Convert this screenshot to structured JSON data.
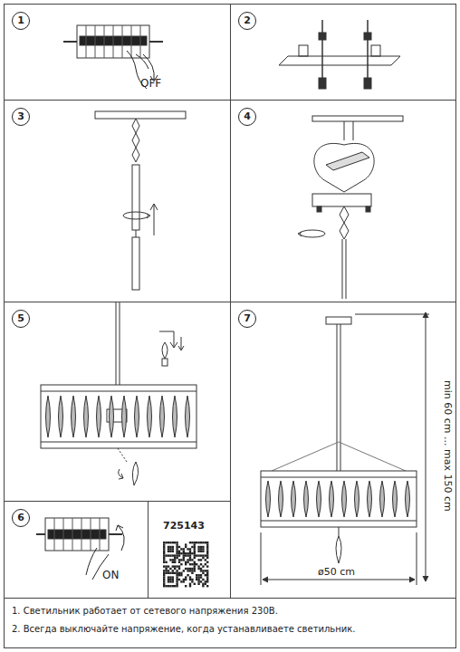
{
  "diagram": {
    "nodes": [
      {
        "text": [
          "1",
          "OFF"
        ]
      },
      {
        "text": [
          "2"
        ]
      },
      {
        "text": [
          "3"
        ]
      },
      {
        "text": [
          "4"
        ]
      },
      {
        "text": [
          "5"
        ]
      },
      {
        "text": [
          "6",
          "ON"
        ]
      },
      {
        "text": [
          "7",
          "min 60 cm ... max 150 cm",
          "ø50 cm"
        ]
      },
      {
        "text": [
          "1. Светильник работает от сетевого напряжения 230В.",
          "2. Всегда выключайте напряжение, когда устанавливаете светильник."
        ]
      }
    ],
    "labels": [
      "725143"
    ]
  }
}
